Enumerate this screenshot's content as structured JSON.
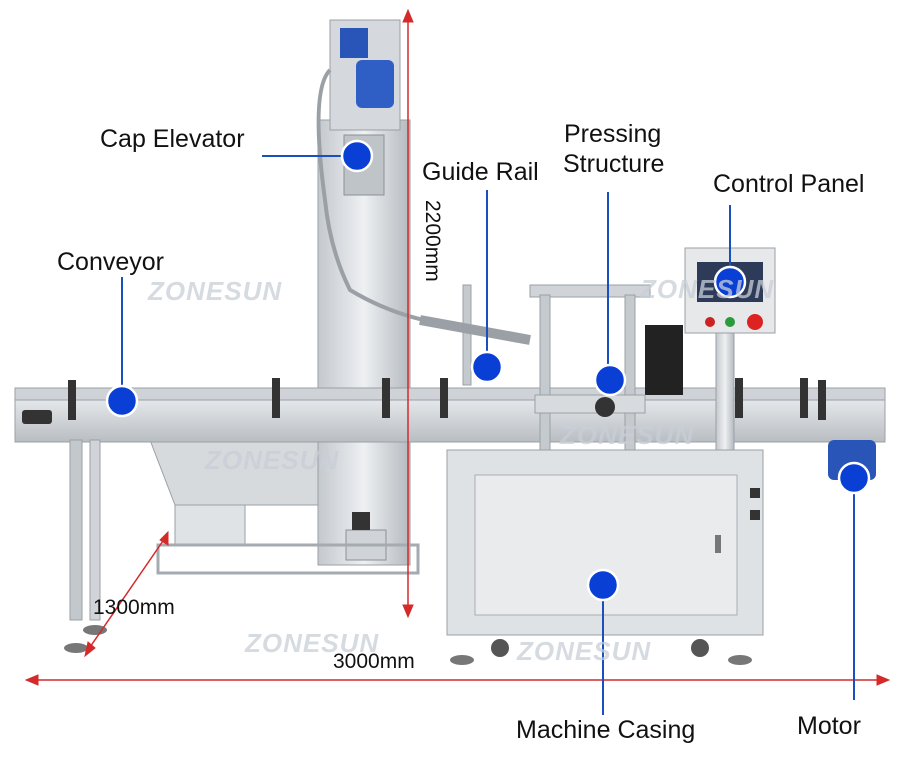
{
  "watermark": "ZONESUN",
  "labels": {
    "cap_elevator": "Cap Elevator",
    "guide_rail": "Guide Rail",
    "pressing_structure_line1": "Pressing",
    "pressing_structure_line2": "Structure",
    "control_panel": "Control Panel",
    "conveyor": "Conveyor",
    "machine_casing": "Machine Casing",
    "motor": "Motor"
  },
  "dimensions": {
    "height": "2200mm",
    "depth": "1300mm",
    "length": "3000mm"
  },
  "colors": {
    "marker_blue": "#0a3fd6",
    "leader_line": "#1a4fbf",
    "dimension_red": "#d42a2a",
    "steel": "#c8ccd0",
    "steel_dark": "#8c9196",
    "motor_blue": "#2a55b8"
  }
}
